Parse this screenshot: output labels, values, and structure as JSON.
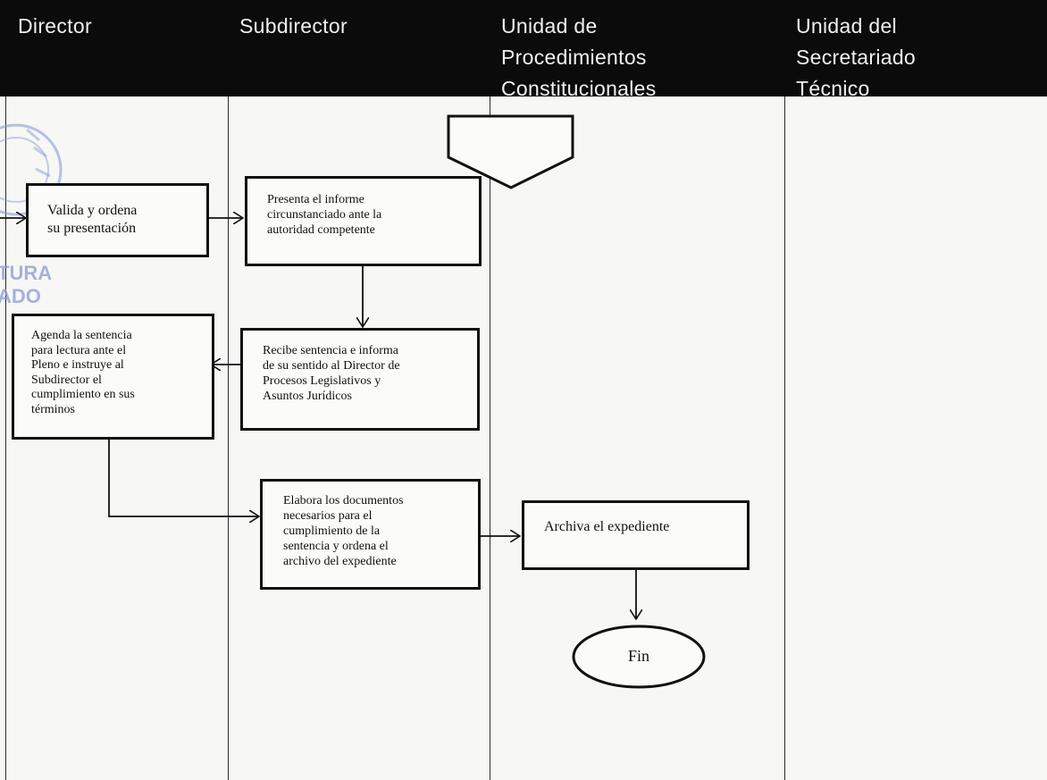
{
  "lanes": [
    {
      "lines": [
        "Director"
      ]
    },
    {
      "lines": [
        "Subdirector"
      ]
    },
    {
      "lines": [
        "Unidad de",
        "Procedimientos",
        "Constitucionales"
      ]
    },
    {
      "lines": [
        "Unidad del",
        "Secretariado",
        "Técnico"
      ]
    }
  ],
  "nodes": {
    "valida": [
      "Valida y ordena",
      "su presentación"
    ],
    "presenta": [
      "Presenta el informe",
      "circunstanciado ante la",
      "autoridad competente"
    ],
    "recibe": [
      "Recibe sentencia e informa",
      "de su sentido al Director de",
      "Procesos Legislativos y",
      "Asuntos Jurídicos"
    ],
    "agenda": [
      "Agenda la sentencia",
      "para lectura ante el",
      "Pleno e instruye al",
      "Subdirector el",
      "cumplimiento en sus",
      "términos"
    ],
    "elabora": [
      "Elabora los documentos",
      "necesarios para el",
      "cumplimiento de la",
      "sentencia y ordena el",
      "archivo del expediente"
    ],
    "archiva": [
      "Archiva el expediente"
    ],
    "fin": "Fin"
  },
  "stamp": {
    "lines": [
      "TURA",
      "ADO"
    ],
    "color": "#8a9ad6"
  },
  "colors": {
    "header_bg": "#0b0b0b",
    "header_text": "#f0f0f0",
    "line": "#111111",
    "page": "#f7f7f5"
  }
}
